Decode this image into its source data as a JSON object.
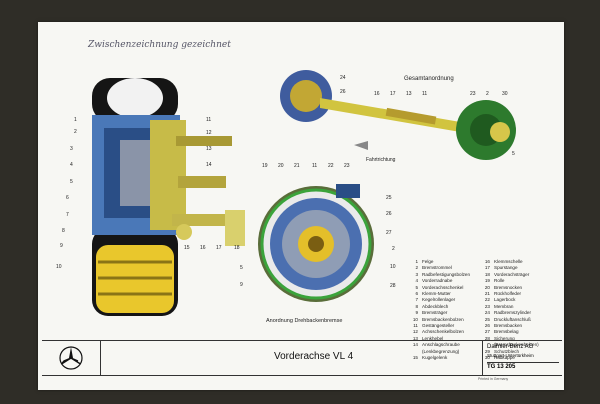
{
  "handwriting": "Zwischen­zeichnung  gezeichnet",
  "title": "Vorderachse VL 4",
  "company": "Daimler-Benz AG",
  "city": "Stuttgart-Untertürkheim",
  "code": "TG 13 205",
  "print_note": "Printed in Germany",
  "section_total": "Gesamtanordnung",
  "section_drum": "Anordnung Drehbackenbremse",
  "direction": "Fahrtrichtung",
  "labels_left": [
    "1",
    "2",
    "3",
    "4",
    "5",
    "6",
    "7",
    "8",
    "9",
    "10",
    "11",
    "12",
    "13",
    "14",
    "15",
    "16",
    "17",
    "18"
  ],
  "labels_top": [
    "24",
    "26",
    "16",
    "17",
    "13",
    "11",
    "23",
    "2",
    "30",
    "5"
  ],
  "labels_drum": [
    "19",
    "20",
    "21",
    "11",
    "22",
    "23",
    "25",
    "26",
    "27",
    "2",
    "10",
    "28",
    "5",
    "9"
  ],
  "legend_left": [
    {
      "n": "1",
      "t": "Felge"
    },
    {
      "n": "2",
      "t": "Bremstrommel"
    },
    {
      "n": "3",
      "t": "Radbefestigungsbolzen"
    },
    {
      "n": "4",
      "t": "Vorderradnabe"
    },
    {
      "n": "5",
      "t": "Vorderachsschenkel"
    },
    {
      "n": "6",
      "t": "Klemm-Mutter"
    },
    {
      "n": "7",
      "t": "Kegelrollenlager"
    },
    {
      "n": "8",
      "t": "Abdeckblech"
    },
    {
      "n": "9",
      "t": "Bremsträger"
    },
    {
      "n": "10",
      "t": "Bremsbackenbolzen"
    },
    {
      "n": "11",
      "t": "Gestängesteller"
    },
    {
      "n": "12",
      "t": "Achsschenkelbolzen"
    },
    {
      "n": "13",
      "t": "Lenkhebel"
    },
    {
      "n": "14",
      "t": "Anschlagschraube"
    },
    {
      "n": "",
      "t": "(Lenkbegrenzung)"
    },
    {
      "n": "15",
      "t": "Kugelgelenk"
    }
  ],
  "legend_right": [
    {
      "n": "16",
      "t": "Klemmschelle"
    },
    {
      "n": "17",
      "t": "Spurstange"
    },
    {
      "n": "18",
      "t": "Vorderachsträger"
    },
    {
      "n": "19",
      "t": "Rolle"
    },
    {
      "n": "20",
      "t": "Bremsnocken"
    },
    {
      "n": "21",
      "t": "Rückholfeder"
    },
    {
      "n": "22",
      "t": "Lagerbock"
    },
    {
      "n": "23",
      "t": "Membran"
    },
    {
      "n": "24",
      "t": "Radbremszylinder"
    },
    {
      "n": "25",
      "t": "Druckluftanschluß"
    },
    {
      "n": "26",
      "t": "Bremsbacken"
    },
    {
      "n": "27",
      "t": "Bremsbelag"
    },
    {
      "n": "28",
      "t": "Sicherung"
    },
    {
      "n": "",
      "t": "(Bremsbackenbolzen)"
    },
    {
      "n": "29",
      "t": "Schutzblech"
    },
    {
      "n": "30",
      "t": "Radkappe"
    }
  ]
}
